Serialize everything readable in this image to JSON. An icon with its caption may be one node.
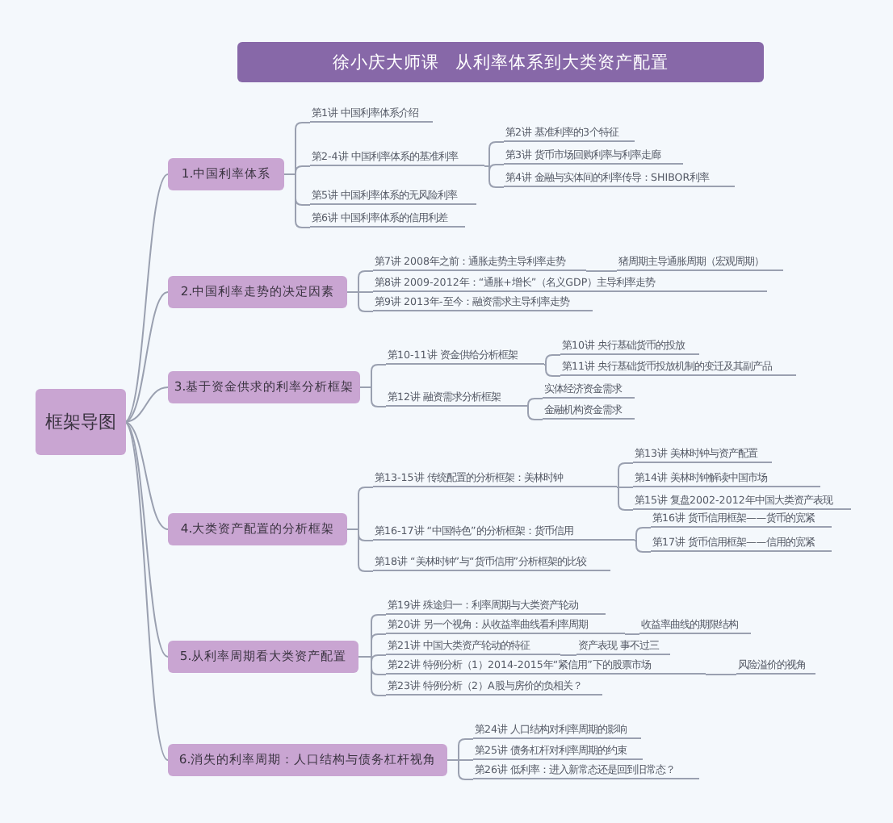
{
  "diagram": {
    "title": "徐小庆大师课   从利率体系到大类资产配置",
    "nodes": [
      {
        "text": [
          "框架导图"
        ]
      },
      {
        "text": [
          "1.中国利率体系"
        ]
      },
      {
        "text": [
          "第1讲 中国利率体系介绍"
        ]
      },
      {
        "text": [
          "第2-4讲 中国利率体系的基准利率"
        ]
      },
      {
        "text": [
          "第2讲  基准利率的3个特征"
        ]
      },
      {
        "text": [
          "第3讲  货币市场回购利率与利率走廊"
        ]
      },
      {
        "text": [
          "第4讲  金融与实体间的利率传导：SHIBOR利率"
        ]
      },
      {
        "text": [
          "第5讲 中国利率体系的无风险利率"
        ]
      },
      {
        "text": [
          "第6讲 中国利率体系的信用利差"
        ]
      },
      {
        "text": [
          "2.中国利率走势的决定因素"
        ]
      },
      {
        "text": [
          "第7讲 2008年之前：通胀走势主导利率走势"
        ]
      },
      {
        "text": [
          "猪周期主导通胀周期（宏观周期）"
        ]
      },
      {
        "text": [
          "第8讲 2009-2012年：“通胀+增长”（名义GDP）主导利率走势"
        ]
      },
      {
        "text": [
          "第9讲 2013年-至今：融资需求主导利率走势"
        ]
      },
      {
        "text": [
          "3.基于资金供求的利率分析框架"
        ]
      },
      {
        "text": [
          "第10-11讲 资金供给分析框架"
        ]
      },
      {
        "text": [
          "第10讲 央行基础货币的投放"
        ]
      },
      {
        "text": [
          "第11讲 央行基础货币投放机制的变迁及其副产品"
        ]
      },
      {
        "text": [
          "第12讲 融资需求分析框架"
        ]
      },
      {
        "text": [
          "实体经济资金需求"
        ]
      },
      {
        "text": [
          "金融机构资金需求"
        ]
      },
      {
        "text": [
          "4.大类资产配置的分析框架"
        ]
      },
      {
        "text": [
          "第13-15讲 传统配置的分析框架：美林时钟"
        ]
      },
      {
        "text": [
          "第13讲 美林时钟与资产配置"
        ]
      },
      {
        "text": [
          "第14讲  美林时钟解读中国市场"
        ]
      },
      {
        "text": [
          "第15讲 复盘2002-2012年中国大类资产表现"
        ]
      },
      {
        "text": [
          "第16-17讲 “中国特色”的分析框架：货币信用"
        ]
      },
      {
        "text": [
          "第16讲 货币信用框架——货币的宽紧"
        ]
      },
      {
        "text": [
          "第17讲 货币信用框架——信用的宽紧"
        ]
      },
      {
        "text": [
          "第18讲 “美林时钟”与“货币信用”分析框架的比较"
        ]
      },
      {
        "text": [
          "5.从利率周期看大类资产配置"
        ]
      },
      {
        "text": [
          "第19讲  殊途归一：利率周期与大类资产轮动"
        ]
      },
      {
        "text": [
          "第20讲 另一个视角：从收益率曲线看利率周期"
        ]
      },
      {
        "text": [
          "收益率曲线的期限结构"
        ]
      },
      {
        "text": [
          "第21讲 中国大类资产轮动的特征"
        ]
      },
      {
        "text": [
          "资产表现 事不过三"
        ]
      },
      {
        "text": [
          "第22讲  特例分析（1）2014-2015年“紧信用”下的股票市场"
        ]
      },
      {
        "text": [
          "风险溢价的视角"
        ]
      },
      {
        "text": [
          "第23讲 特例分析（2）A股与房价的负相关？"
        ]
      },
      {
        "text": [
          "6.消失的利率周期：人口结构与债务杠杆视角"
        ]
      },
      {
        "text": [
          "第24讲 人口结构对利率周期的影响"
        ]
      },
      {
        "text": [
          "第25讲 债务杠杆对利率周期的约束"
        ]
      },
      {
        "text": [
          "第26讲 低利率：进入新常态还是回到旧常态？"
        ]
      }
    ],
    "edges": [
      {
        "from": 0,
        "to": 1,
        "arrow": "none"
      },
      {
        "from": 1,
        "to": 2,
        "arrow": "none"
      },
      {
        "from": 1,
        "to": 3,
        "arrow": "none"
      },
      {
        "from": 3,
        "to": 4,
        "arrow": "none"
      },
      {
        "from": 3,
        "to": 5,
        "arrow": "none"
      },
      {
        "from": 3,
        "to": 6,
        "arrow": "none"
      },
      {
        "from": 1,
        "to": 7,
        "arrow": "none"
      },
      {
        "from": 1,
        "to": 8,
        "arrow": "none"
      },
      {
        "from": 0,
        "to": 9,
        "arrow": "none"
      },
      {
        "from": 9,
        "to": 10,
        "arrow": "none"
      },
      {
        "from": 10,
        "to": 11,
        "arrow": "none"
      },
      {
        "from": 9,
        "to": 12,
        "arrow": "none"
      },
      {
        "from": 9,
        "to": 13,
        "arrow": "none"
      },
      {
        "from": 0,
        "to": 14,
        "arrow": "none"
      },
      {
        "from": 14,
        "to": 15,
        "arrow": "none"
      },
      {
        "from": 15,
        "to": 16,
        "arrow": "none"
      },
      {
        "from": 15,
        "to": 17,
        "arrow": "none"
      },
      {
        "from": 14,
        "to": 18,
        "arrow": "none"
      },
      {
        "from": 18,
        "to": 19,
        "arrow": "none"
      },
      {
        "from": 18,
        "to": 20,
        "arrow": "none"
      },
      {
        "from": 0,
        "to": 21,
        "arrow": "none"
      },
      {
        "from": 21,
        "to": 22,
        "arrow": "none"
      },
      {
        "from": 22,
        "to": 23,
        "arrow": "none"
      },
      {
        "from": 22,
        "to": 24,
        "arrow": "none"
      },
      {
        "from": 22,
        "to": 25,
        "arrow": "none"
      },
      {
        "from": 21,
        "to": 26,
        "arrow": "none"
      },
      {
        "from": 26,
        "to": 27,
        "arrow": "none"
      },
      {
        "from": 26,
        "to": 28,
        "arrow": "none"
      },
      {
        "from": 21,
        "to": 29,
        "arrow": "none"
      },
      {
        "from": 0,
        "to": 30,
        "arrow": "none"
      },
      {
        "from": 30,
        "to": 31,
        "arrow": "none"
      },
      {
        "from": 30,
        "to": 32,
        "arrow": "none"
      },
      {
        "from": 32,
        "to": 33,
        "arrow": "none"
      },
      {
        "from": 30,
        "to": 34,
        "arrow": "none"
      },
      {
        "from": 34,
        "to": 35,
        "arrow": "none"
      },
      {
        "from": 30,
        "to": 36,
        "arrow": "none"
      },
      {
        "from": 36,
        "to": 37,
        "arrow": "none"
      },
      {
        "from": 30,
        "to": 38,
        "arrow": "none"
      },
      {
        "from": 0,
        "to": 39,
        "arrow": "none"
      },
      {
        "from": 39,
        "to": 40,
        "arrow": "none"
      },
      {
        "from": 39,
        "to": 41,
        "arrow": "none"
      },
      {
        "from": 39,
        "to": 42,
        "arrow": "none"
      }
    ]
  }
}
